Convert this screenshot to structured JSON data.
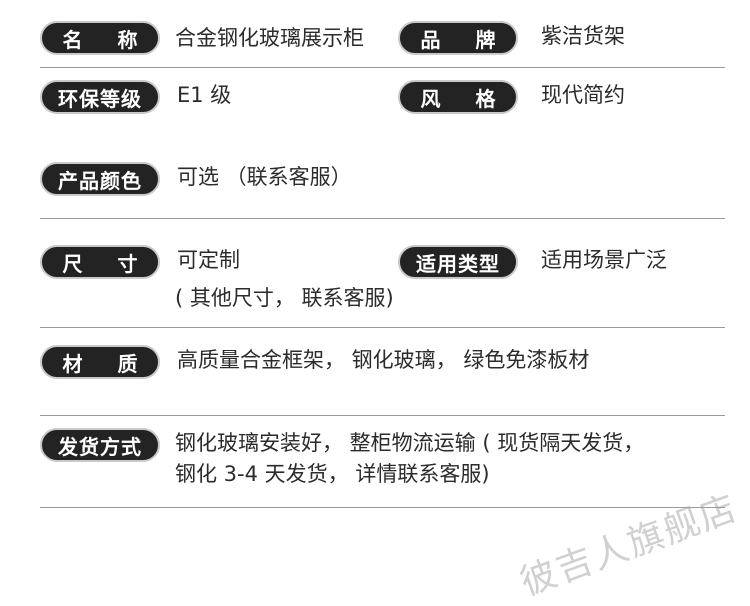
{
  "rows": {
    "name": {
      "label": "名 称",
      "value": "合金钢化玻璃展示柜"
    },
    "brand": {
      "label": "品 牌",
      "value": "紫洁货架"
    },
    "env": {
      "label": "环保等级",
      "value": "E1 级"
    },
    "style": {
      "label": "风 格",
      "value": "现代简约"
    },
    "color": {
      "label": "产品颜色",
      "value": "可选 （联系客服）"
    },
    "size": {
      "label": "尺 寸",
      "value_line1": "可定制",
      "value_line2": "( 其他尺寸， 联系客服)"
    },
    "type": {
      "label": "适用类型",
      "value": "适用场景广泛"
    },
    "material": {
      "label": "材 质",
      "value": "高质量合金框架， 钢化玻璃， 绿色免漆板材"
    },
    "shipping": {
      "label": "发货方式",
      "value_line1": "钢化玻璃安装好， 整柜物流运输 ( 现货隔天发货，",
      "value_line2": "钢化 3-4 天发货， 详情联系客服)"
    }
  },
  "watermark": "彼吉人旗舰店"
}
